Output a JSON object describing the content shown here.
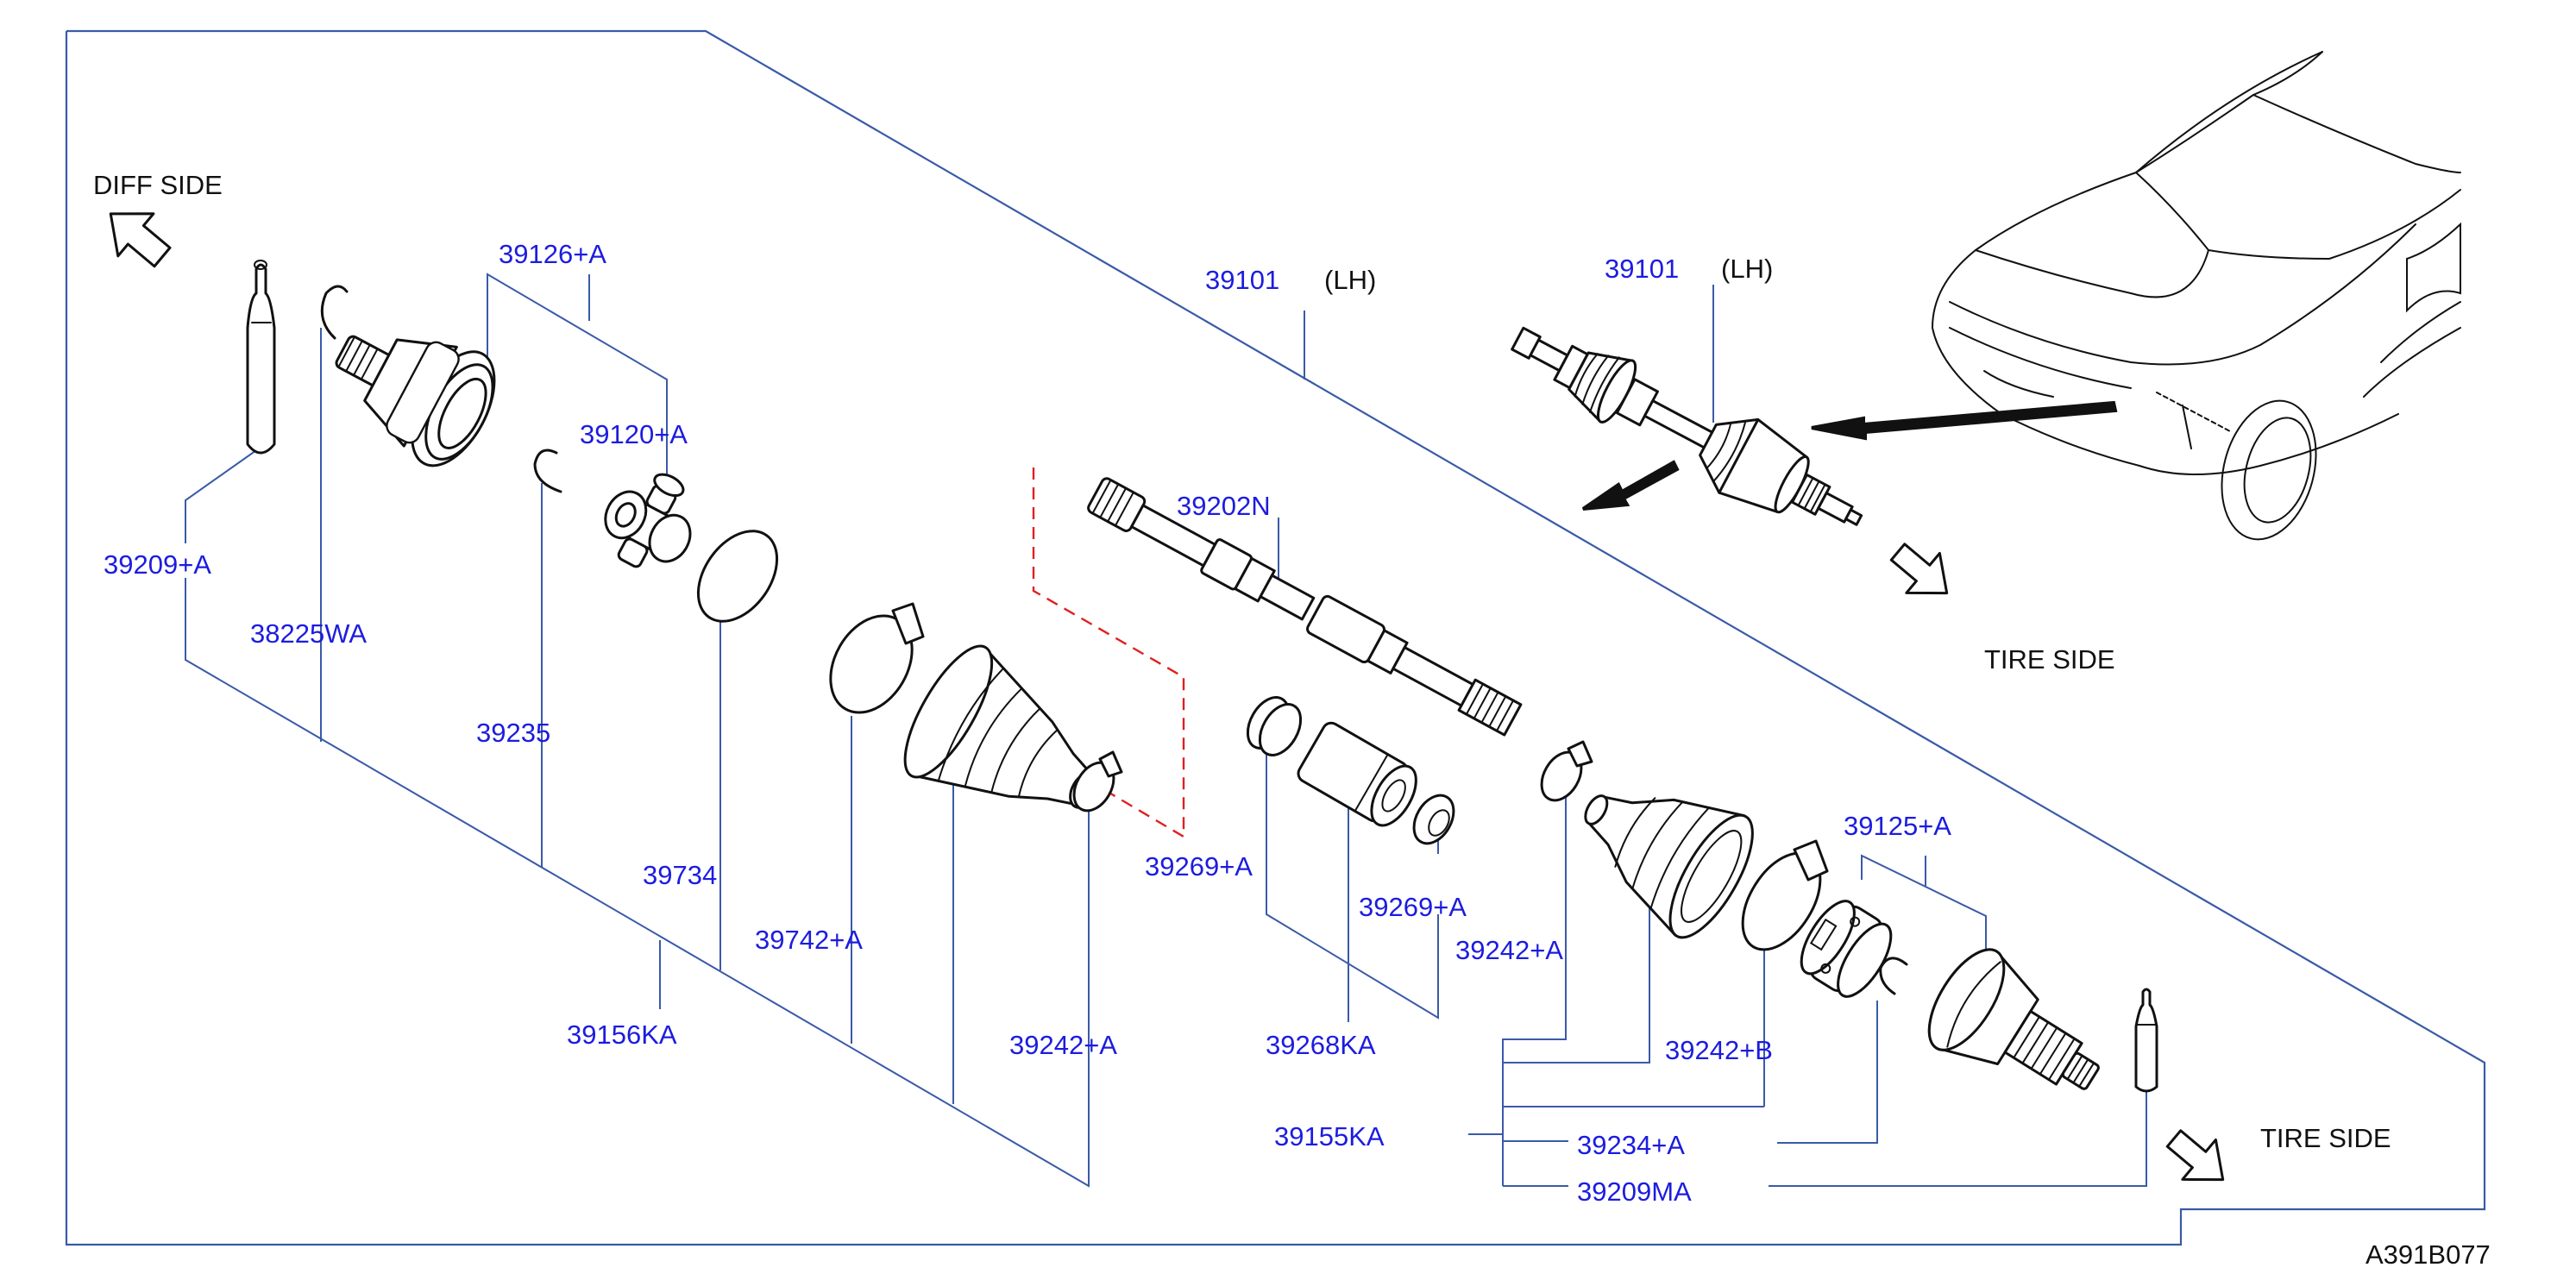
{
  "diagram": {
    "figure_code": "A391B077",
    "side_labels": {
      "diff_side": "DIFF  SIDE",
      "tire_side_upper": "TIRE  SIDE",
      "tire_side_lower": "TIRE  SIDE"
    },
    "callouts": {
      "shaft_main": {
        "part": "39101",
        "side": "(LH)"
      },
      "shaft_inset": {
        "part": "39101",
        "side": "(LH)"
      },
      "p39126": "39126+A",
      "p39120": "39120+A",
      "p39209": "39209+A",
      "p38225": "38225WA",
      "p39235": "39235",
      "p39734": "39734",
      "p39742": "39742+A",
      "p39156": "39156KA",
      "p39242_left": "39242+A",
      "p39202": "39202N",
      "p39269_left": "39269+A",
      "p39269_right": "39269+A",
      "p39268": "39268KA",
      "p39242_mid": "39242+A",
      "p39242_b": "39242+B",
      "p39125": "39125+A",
      "p39155": "39155KA",
      "p39234": "39234+A",
      "p39209ma": "39209MA"
    },
    "colors": {
      "callout_text": "#1c1ce0",
      "leader_line": "#3a5aa8",
      "dashed_link": "#e02020"
    }
  }
}
